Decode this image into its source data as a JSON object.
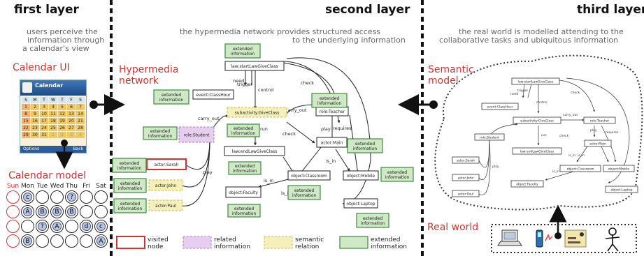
{
  "layers": {
    "first": {
      "title": "first layer",
      "desc": [
        "users perceive the",
        "information through",
        "a calendar's view"
      ],
      "ui_label": "Calendar UI",
      "model_label": "Calendar model",
      "app_title": "Calendar",
      "app_buttons": [
        "Options",
        "Back"
      ],
      "weekdays": [
        "Sun",
        "Mon",
        "Tue",
        "Wed",
        "Thu",
        "Fri",
        "Sat"
      ],
      "model_cells": [
        [
          "",
          "c",
          "",
          "",
          "?",
          "",
          ""
        ],
        [
          "",
          "A",
          "B",
          "B",
          "B",
          "",
          ""
        ],
        [
          "",
          "",
          "?",
          "A",
          "",
          "d",
          "c"
        ],
        [
          "",
          "B",
          "",
          "",
          "",
          "",
          "A"
        ]
      ],
      "cal_days": [
        "1",
        "2",
        "3",
        "4",
        "5",
        "6",
        "7",
        "8",
        "9",
        "10",
        "11",
        "12",
        "13",
        "14",
        "15",
        "16",
        "17",
        "18",
        "19",
        "20",
        "21",
        "22",
        "23",
        "24",
        "25",
        "26",
        "27",
        "28",
        "29",
        "30",
        "31",
        "1",
        "2",
        "3",
        "4"
      ]
    },
    "second": {
      "title": "second layer",
      "desc": [
        "the hypermedia network provides structured access",
        "to the underlying information"
      ],
      "label": [
        "Hypermedia",
        "network"
      ]
    },
    "third": {
      "title": "third layer",
      "desc": [
        "the real world is modelled attending to the",
        "collaborative tasks and ubiquitous information"
      ],
      "semantic_label": [
        "Semantic",
        "model"
      ],
      "real_world_label": "Real world"
    }
  },
  "colors": {
    "visited": "#d6332d",
    "related_fill": "#e7cdf0",
    "related_stroke": "#a87cc0",
    "semantic_fill": "#f5efb8",
    "semantic_stroke": "#c9b94a",
    "extended_fill": "#cfe8c6",
    "extended_stroke": "#3b8a3b",
    "accent_red": "#d6332d",
    "calendar_header": "#2a5d9c",
    "calendar_grid": "#f3c85a"
  },
  "network": {
    "nodes": [
      {
        "id": "startLaw",
        "label": "law:startLawGiveClass",
        "style": "normal"
      },
      {
        "id": "classHour",
        "label": "event:ClassHour",
        "style": "normal"
      },
      {
        "id": "subactivity",
        "label": "subactivity:GiveClass",
        "style": "semantic"
      },
      {
        "id": "teacher",
        "label": "role:Teacher",
        "style": "normal"
      },
      {
        "id": "student",
        "label": "role:Student",
        "style": "related"
      },
      {
        "id": "actorMain",
        "label": "actor:Main",
        "style": "normal"
      },
      {
        "id": "endLaw",
        "label": "law:endLawGiveClass",
        "style": "normal"
      },
      {
        "id": "sarah",
        "label": "actor:Sarah",
        "style": "visited"
      },
      {
        "id": "john",
        "label": "actor:John",
        "style": "semantic"
      },
      {
        "id": "paul",
        "label": "actor:Paul",
        "style": "semantic"
      },
      {
        "id": "classroom",
        "label": "object:Classroom",
        "style": "normal"
      },
      {
        "id": "mobile",
        "label": "object:Mobile",
        "style": "normal"
      },
      {
        "id": "faculty",
        "label": "object:Faculty",
        "style": "normal"
      },
      {
        "id": "laptop",
        "label": "object:Laptop",
        "style": "normal"
      }
    ],
    "extended_label": [
      "extended",
      "information"
    ],
    "edge_labels": [
      "need",
      "trigger",
      "control",
      "check",
      "carry_out",
      "run",
      "play",
      "requires",
      "check",
      "is_in",
      "is_in",
      "is_in",
      "carry_out",
      "play"
    ]
  },
  "legend": [
    {
      "key": "visited",
      "text": [
        "visited",
        "node"
      ]
    },
    {
      "key": "related",
      "text": [
        "related",
        "information"
      ]
    },
    {
      "key": "semantic",
      "text": [
        "semantic",
        "relation"
      ]
    },
    {
      "key": "extended",
      "text": [
        "extended",
        "information"
      ]
    }
  ],
  "semantic_model": {
    "nodes": [
      "law:startLawGiveClass",
      "event:ClassHour",
      "subactivity:GiveClass",
      "role:Teacher",
      "role:Student",
      "actor:Main",
      "law:endLawGiveClass",
      "actor:Sarah",
      "actor:John",
      "actor:Paul",
      "object:Classroom",
      "object:Mobile",
      "object:Faculty",
      "object:Laptop"
    ],
    "edge_labels": [
      "need",
      "trigger",
      "control",
      "check",
      "carry_out",
      "run",
      "play",
      "requires",
      "check",
      "is_in",
      "is_in",
      "is_in",
      "play"
    ]
  },
  "real_world_icons": [
    "laptop-icon",
    "mobile-phone-icon",
    "classroom-icon",
    "person-icon"
  ]
}
